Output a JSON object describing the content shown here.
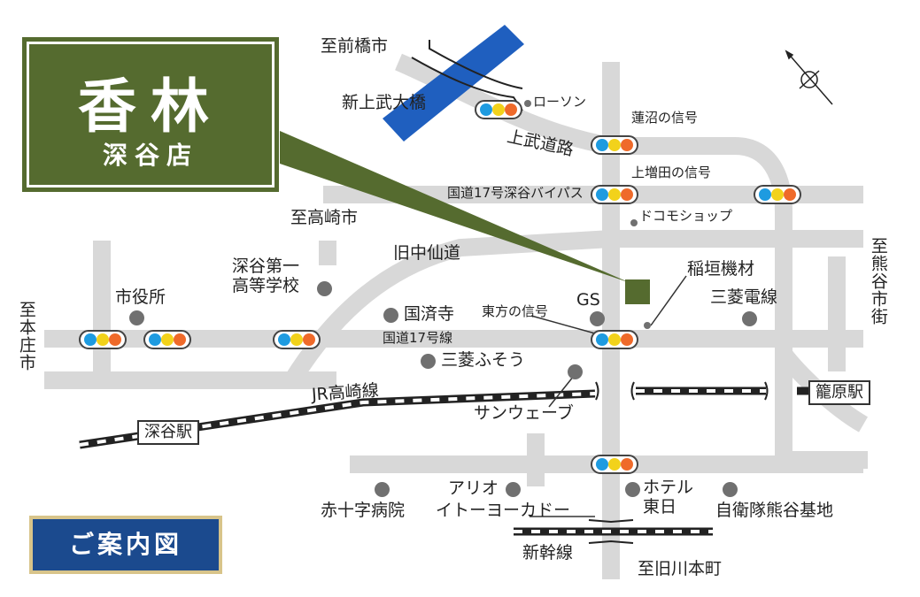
{
  "store": {
    "name": "香林",
    "branch": "深谷店"
  },
  "guide_label": "ご案内図",
  "destinations": {
    "maebashi": "至前橋市",
    "takasaki": "至高崎市",
    "honjo": "至本庄市",
    "kumagaya": "至熊谷市街",
    "kyu_kawamoto": "至旧川本町"
  },
  "roads": {
    "kamibu": "上武道路",
    "nakasendo": "旧中仙道",
    "route17": "国道17号線",
    "bypass": "国道17号深谷バイパス",
    "jr": "JR高崎線",
    "shinkansen": "新幹線"
  },
  "signals": {
    "hasunuma": "蓮沼の信号",
    "kamimasuda": "上増田の信号",
    "higashikata": "東方の信号"
  },
  "stations": {
    "fukaya": "深谷駅",
    "kagohara": "籠原駅"
  },
  "landmarks": {
    "bridge": "新上武大橋",
    "lawson": "ローソン",
    "docomo": "ドコモショップ",
    "inagaki": "稲垣機材",
    "mitsubishi_densen": "三菱電線",
    "gs": "GS",
    "kokusaiji": "国済寺",
    "mitsubishi_fuso": "三菱ふそう",
    "sunwave": "サンウェーブ",
    "school": "深谷第一\n高等学校",
    "city_hall": "市役所",
    "red_cross": "赤十字病院",
    "ario": "アリオ",
    "itoyokado": "イトーヨーカドー",
    "hotel": "ホテル\n東日",
    "sdf": "自衛隊熊谷基地"
  },
  "colors": {
    "brand_green": "#556b2f",
    "river_blue": "#1f5fbf",
    "road_gray": "#d8d8d8",
    "signal_blue": "#1e9be0",
    "signal_yellow": "#f2d21b",
    "signal_red": "#ef6a2a",
    "guide_navy": "#1b4a8e"
  }
}
